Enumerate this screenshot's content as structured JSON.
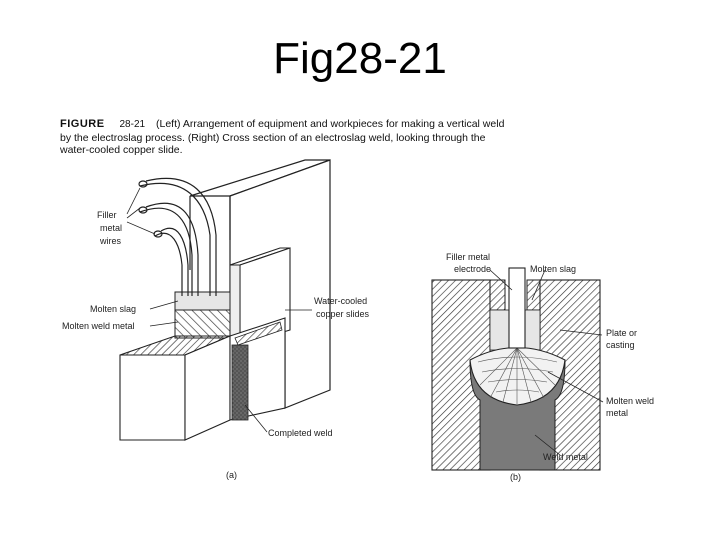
{
  "slide": {
    "title": "Fig28-21"
  },
  "caption": {
    "figure_word": "FIGURE",
    "figure_number": "28-21",
    "text": "(Left) Arrangement of equipment and workpieces for making a vertical weld by the electroslag process. (Right) Cross section of an electroslag weld, looking through the water-cooled copper slide."
  },
  "left_diagram": {
    "labels": {
      "filler_line1": "Filler",
      "filler_line2": "metal",
      "filler_line3": "wires",
      "molten_slag": "Molten slag",
      "molten_weld_metal": "Molten weld metal",
      "water_cooled_line1": "Water-cooled",
      "water_cooled_line2": "copper slides",
      "completed_weld": "Completed weld"
    },
    "sublabel": "(a)"
  },
  "right_diagram": {
    "labels": {
      "filler_electrode_line1": "Filler metal",
      "filler_electrode_line2": "electrode",
      "molten_slag": "Molten slag",
      "plate_line1": "Plate or",
      "plate_line2": "casting",
      "molten_weld_line1": "Molten weld",
      "molten_weld_line2": "metal",
      "weld_metal": "Weld metal"
    },
    "sublabel": "(b)"
  },
  "colors": {
    "hatch": "#333333",
    "weld_gray": "#7a7a7a",
    "slag_light": "#e6e6e6",
    "outline": "#1a1a1a"
  }
}
